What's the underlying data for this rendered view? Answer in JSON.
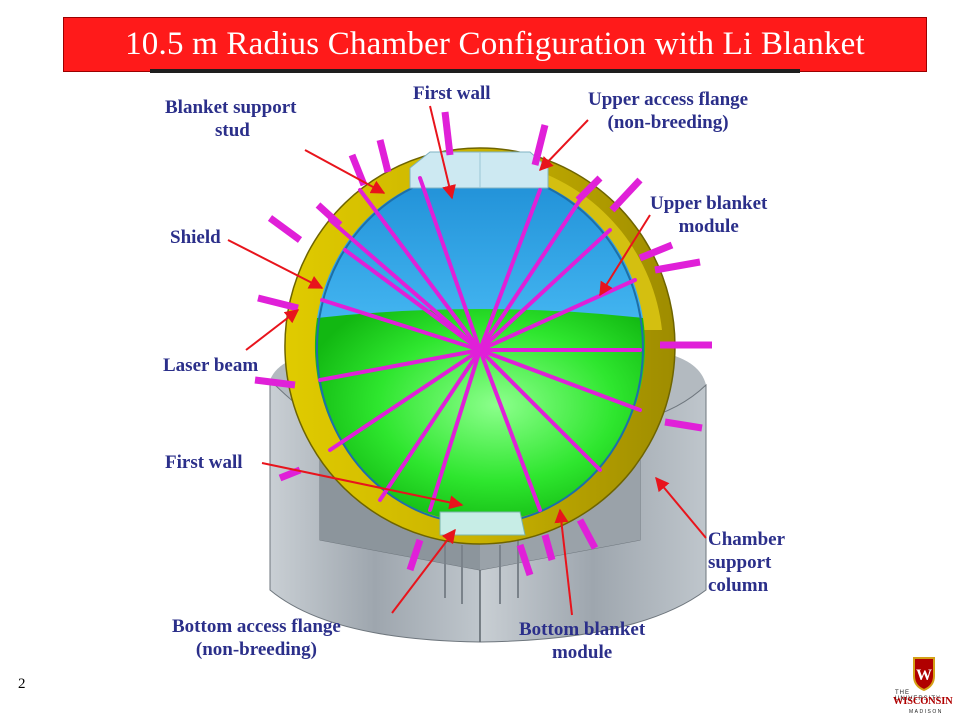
{
  "title": "10.5 m Radius Chamber Configuration with Li Blanket",
  "labels": {
    "blanket_support_stud": [
      "Blanket support",
      "stud"
    ],
    "first_wall_top": "First wall",
    "upper_access_flange": [
      "Upper access flange",
      "(non-breeding)"
    ],
    "upper_blanket_module": [
      "Upper blanket",
      "module"
    ],
    "shield": "Shield",
    "laser_beam": "Laser beam",
    "first_wall_bottom": "First wall",
    "chamber_support_column": [
      "Chamber",
      "support",
      "column"
    ],
    "bottom_access_flange": [
      "Bottom access flange",
      "(non-breeding)"
    ],
    "bottom_blanket_module": [
      "Bottom blanket",
      "module"
    ]
  },
  "slide_number": "2",
  "logo": {
    "line1": "THE UNIVERSITY",
    "line2": "WISCONSIN",
    "line3": "MADISON",
    "crest_letter": "W"
  },
  "colors": {
    "title_bg": "#ff1a1a",
    "label_text": "#2b2f8a",
    "arrow": "#e8141c",
    "shield": "#c8b400",
    "upper_blanket": "#2fa6e8",
    "lower_blanket": "#26e026",
    "beam": "#e020d8",
    "column": "#a9b1b8"
  }
}
